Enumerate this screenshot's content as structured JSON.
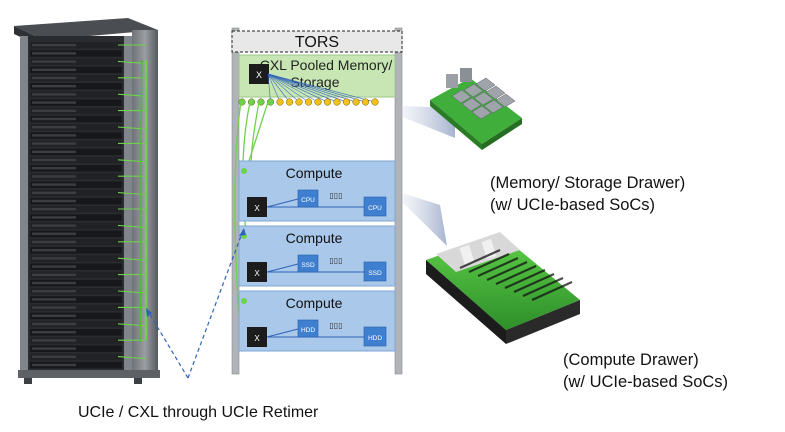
{
  "rack_frame": {
    "top_label": "TORS",
    "pooled_label_line1": "CXL Pooled Memory/",
    "pooled_label_line2": "Storage",
    "pooled_switch": "X",
    "compute_trays": [
      {
        "title": "Compute",
        "switch": "X",
        "chip1": "CPU",
        "dots": "▯▯▯",
        "chip2": "CPU"
      },
      {
        "title": "Compute",
        "switch": "X",
        "chip1": "SSD",
        "dots": "▯▯▯",
        "chip2": "SSD"
      },
      {
        "title": "Compute",
        "switch": "X",
        "chip1": "HDD",
        "dots": "▯▯▯",
        "chip2": "HDD"
      }
    ]
  },
  "memory_drawer": {
    "line1": "(Memory/ Storage  Drawer)",
    "line2": "(w/ UCIe-based SoCs)"
  },
  "compute_drawer": {
    "line1": "(Compute Drawer)",
    "line2": "(w/ UCIe-based SoCs)"
  },
  "bottom_caption": "UCIe / CXL through UCIe Retimer",
  "colors": {
    "pooled_fill": "#c8e6b4",
    "compute_fill": "#a9c8ea",
    "chip_fill": "#3f7fd0",
    "switch_fill": "#1c1c1c",
    "link_green": "#6ed24a",
    "port_yellow": "#f2c21b",
    "line_blue": "#2f62b8"
  }
}
